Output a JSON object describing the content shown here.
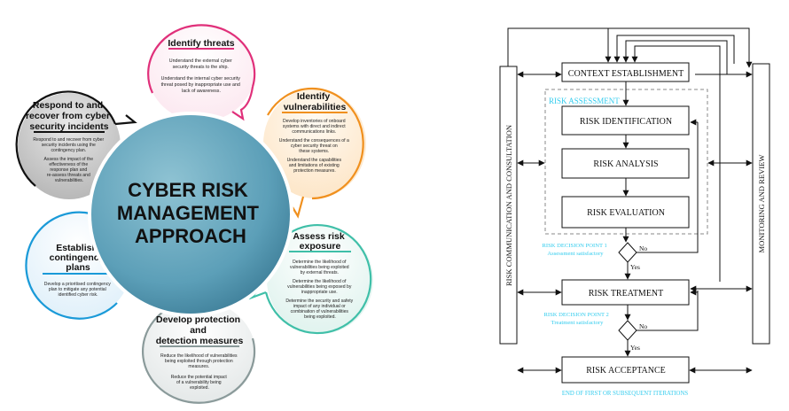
{
  "left": {
    "center_lines": [
      "CYBER RISK",
      "MANAGEMENT",
      "APPROACH"
    ],
    "bubbles": [
      {
        "id": "identify-threats",
        "color": "#e0307a",
        "title": [
          "Identify threats"
        ],
        "body": [
          "Understand the external cyber",
          "security threats to the ship.",
          "",
          "Understand the internal cyber security",
          "threat posed by inappropriate use and",
          "lack of awareness."
        ]
      },
      {
        "id": "identify-vulnerabilities",
        "color": "#f0901e",
        "title": [
          "Identify",
          "vulnerabilities"
        ],
        "body": [
          "Develop inventories of onboard",
          "systems with direct and indirect",
          "communications links.",
          "",
          "Understand the consequences of a",
          "cyber security threat on",
          "these systems.",
          "",
          "Understand the capabilities",
          "and limitations of existing",
          "protection measures."
        ]
      },
      {
        "id": "assess-risk-exposure",
        "color": "#3fbfa8",
        "title": [
          "Assess risk",
          "exposure"
        ],
        "body": [
          "Determine the likelihood of",
          "vulnerabilities being exploited",
          "by external threats.",
          "",
          "Determine the likelihood of",
          "vulnerabilities being exposed by",
          "inappropriate use.",
          "",
          "Determine the security and safety",
          "impact of any individual or",
          "combination of vulnerabilities",
          "being exploited."
        ]
      },
      {
        "id": "develop-protection",
        "color": "#8a9a9a",
        "title": [
          "Develop protection",
          "and",
          "detection measures"
        ],
        "body": [
          "Reduce the likelihood of vulnerabilities",
          "being exploited through protection",
          "measures.",
          "",
          "Reduce the potential impact",
          "of a vulnerability being",
          "exploited."
        ]
      },
      {
        "id": "establish-contingency",
        "color": "#1a9ad8",
        "title": [
          "Establish",
          "contingency",
          "plans"
        ],
        "body": [
          "Develop a prioritised contingency",
          "plan to mitigate any potential",
          "identified cyber risk."
        ]
      },
      {
        "id": "respond-recover",
        "color": "#111111",
        "title": [
          "Respond to and",
          "recover from cyber",
          "security incidents"
        ],
        "body": [
          "Respond to and recover from cyber",
          "security incidents using the",
          "contingency plan.",
          "",
          "Assess the impact of the",
          "effectiveness of the",
          "response plan and",
          "re-assess threats and",
          "vulnerabilities."
        ]
      }
    ]
  },
  "right": {
    "boxes": {
      "context": "CONTEXT ESTABLISHMENT",
      "identification": "RISK IDENTIFICATION",
      "analysis": "RISK ANALYSIS",
      "evaluation": "RISK EVALUATION",
      "treatment": "RISK TREATMENT",
      "acceptance": "RISK ACCEPTANCE"
    },
    "risk_assessment_label": "RISK ASSESSMENT",
    "left_bar": "RISK COMMUNICATION AND CONSULTATION",
    "right_bar": "MONITORING AND REVIEW",
    "decision1": [
      "RISK DECISION POINT 1",
      "Assessment satisfactory"
    ],
    "decision2": [
      "RISK DECISION POINT 2",
      "Treatment satisfactory"
    ],
    "yes": "Yes",
    "no": "No",
    "footer": "END OF FIRST OR SUBSEQUENT ITERATIONS",
    "accent": "#33ccee"
  }
}
